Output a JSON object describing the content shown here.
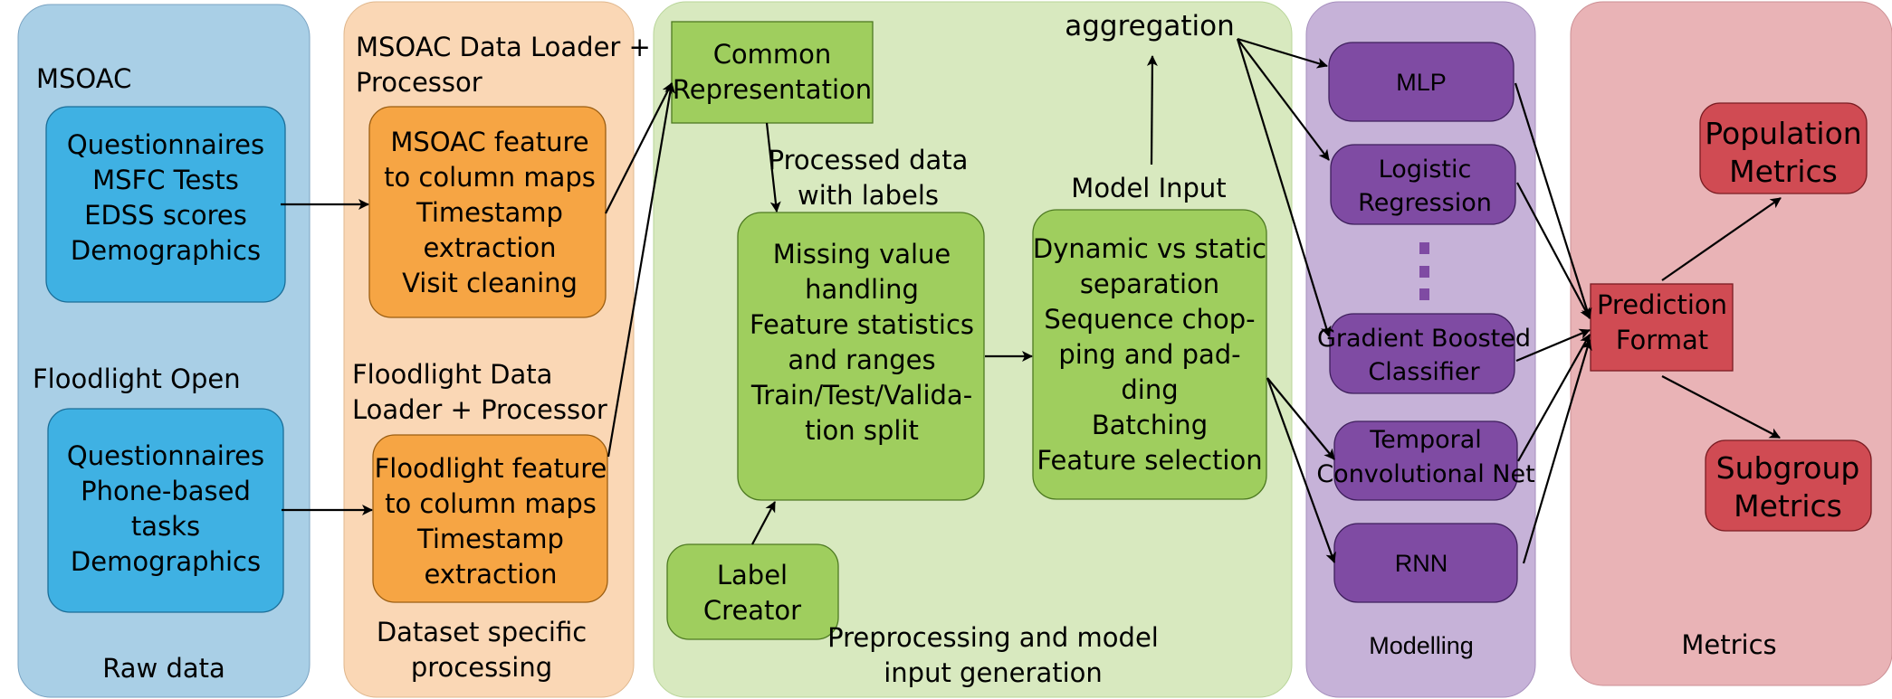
{
  "colors": {
    "raw_bg": "#a9cfe6",
    "raw_box": "#3fb1e3",
    "dataset_bg": "#fad7b5",
    "dataset_box": "#f6a544",
    "preproc_bg": "#d8e9bf",
    "preproc_box": "#9fce5e",
    "model_bg": "#c6b2d8",
    "model_box": "#7f4ba3",
    "metrics_bg": "#e9b3b6",
    "metrics_box": "#d04b53"
  },
  "raw": {
    "section_label": "Raw data",
    "msoac_label": "MSOAC",
    "msoac_box": [
      "Questionnaires",
      "MSFC Tests",
      "EDSS scores",
      "Demographics"
    ],
    "floodlight_label": "Floodlight Open",
    "floodlight_box": [
      "Questionnaires",
      "Phone-based",
      "tasks",
      "Demographics"
    ]
  },
  "dataset": {
    "section_label": [
      "Dataset specific",
      "processing"
    ],
    "msoac_title": [
      "MSOAC Data Loader +",
      "Processor"
    ],
    "msoac_box": [
      "MSOAC feature",
      "to column maps",
      "Timestamp",
      "extraction",
      "Visit cleaning"
    ],
    "floodlight_title": [
      "Floodlight Data",
      "Loader + Processor"
    ],
    "floodlight_box": [
      "Floodlight feature",
      "to column maps",
      "Timestamp",
      "extraction"
    ]
  },
  "preproc": {
    "section_label": [
      "Preprocessing and model",
      "input generation"
    ],
    "common_rep": [
      "Common",
      "Representation"
    ],
    "processed_label": [
      "Processed data",
      "with labels"
    ],
    "processing_box": [
      "Missing value",
      "handling",
      "Feature statistics",
      "and ranges",
      "Train/Test/Valida-",
      "tion split"
    ],
    "label_creator": [
      "Label",
      "Creator"
    ],
    "model_input_label": "Model Input",
    "model_input_box": [
      "Dynamic vs static",
      "separation",
      "Sequence chop-",
      "ping and pad-",
      "ding",
      "Batching",
      "Feature selection"
    ],
    "aggregation_label": "aggregation"
  },
  "modelling": {
    "section_label": "Modelling",
    "models": [
      [
        "MLP"
      ],
      [
        "Logistic",
        "Regression"
      ],
      [
        "Gradient Boosted",
        "Classifier"
      ],
      [
        "Temporal",
        "Convolutional Net"
      ],
      [
        "RNN"
      ]
    ]
  },
  "metrics": {
    "section_label": "Metrics",
    "prediction_format": [
      "Prediction",
      "Format"
    ],
    "population_metrics": [
      "Population",
      "Metrics"
    ],
    "subgroup_metrics": [
      "Subgroup",
      "Metrics"
    ]
  }
}
